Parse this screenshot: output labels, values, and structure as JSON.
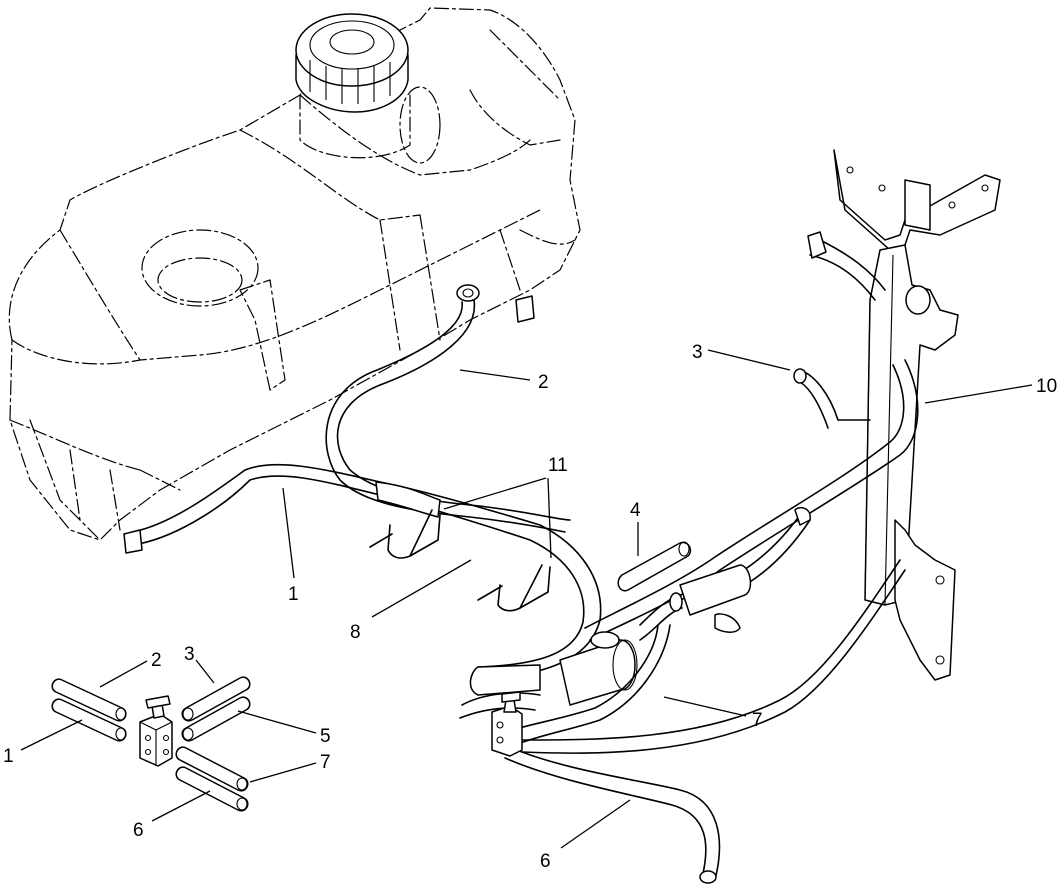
{
  "callouts": {
    "c1_main": "1",
    "c2_main": "2",
    "c3_main": "3",
    "c4_main": "4",
    "c6_main": "6",
    "c7_main": "7",
    "c8_main": "8",
    "c10_main": "10",
    "c11_main": "11",
    "c1_valve": "1",
    "c2_valve": "2",
    "c3_valve": "3",
    "c5_valve": "5",
    "c6_valve": "6",
    "c7_valve": "7"
  }
}
